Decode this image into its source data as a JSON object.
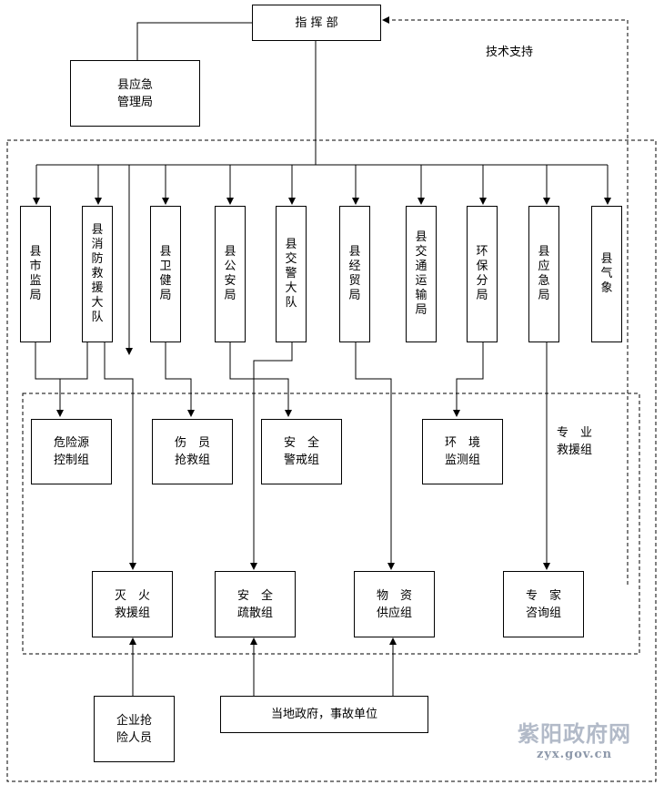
{
  "command": {
    "label": "指 挥 部"
  },
  "emergency_mgmt": {
    "label": "县应急\n管理局"
  },
  "tech_support": "技术支持",
  "departments": [
    "县市监局",
    "县消防救援大队",
    "县卫健局",
    "县公安局",
    "县交警大队",
    "县经贸局",
    "县交通运输局",
    "环保分局",
    "县应急局",
    "县气象"
  ],
  "groups_row1": [
    "危险源\n控制组",
    "伤　员\n抢救组",
    "安　全\n警戒组",
    "环　境\n监测组"
  ],
  "rescue_group_label": "专　业\n救援组",
  "groups_row2": [
    "灭　火\n救援组",
    "安　全\n疏散组",
    "物　资\n供应组",
    "专　家\n咨询组"
  ],
  "enterprise": "企业抢\n险人员",
  "local_gov": "当地政府，事故单位",
  "watermark": {
    "cn": "紫阳政府网",
    "url": "zyx.gov.cn"
  }
}
